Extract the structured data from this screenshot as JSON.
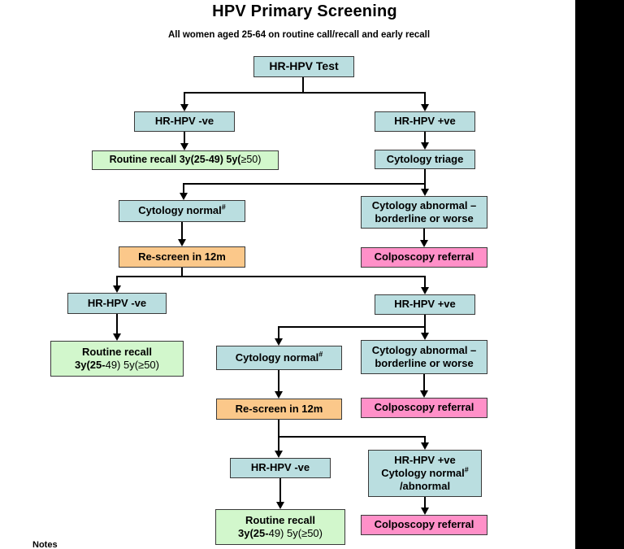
{
  "header": {
    "title": "HPV Primary Screening",
    "subtitle": "All women aged 25-64 on routine call/recall and early recall"
  },
  "labels": {
    "hr_hpv_test": "HR-HPV Test",
    "hr_hpv_neg": "HR-HPV -ve",
    "hr_hpv_pos": "HR-HPV +ve",
    "routine_recall_inline_bold": "Routine recall 3y(25-49) 5y(",
    "routine_recall_inline_reg": "≥50)",
    "cytology_triage": "Cytology triage",
    "cytology_normal": "Cytology normal",
    "hash_sup": "#",
    "cytology_abnormal_l1": "Cytology abnormal –",
    "cytology_abnormal_l2": "borderline or worse",
    "rescreen_12m": "Re-screen in 12m",
    "colposcopy_referral": "Colposcopy referral",
    "routine_recall_l1": "Routine recall",
    "routine_recall_l2_bold": "3y(25-",
    "routine_recall_l2_reg": "49) 5y(≥50)",
    "combined_l1": "HR-HPV +ve",
    "combined_l2": "Cytology normal",
    "combined_l3": "/abnormal"
  },
  "footer": {
    "notes": "Notes"
  },
  "colors": {
    "node_blue": "#badee0",
    "node_green": "#d2f7cc",
    "node_orange": "#fbc88a",
    "node_pink": "#ff90c8",
    "border": "#3a3a3a",
    "connector": "#000000",
    "right_strip": "#000000"
  }
}
